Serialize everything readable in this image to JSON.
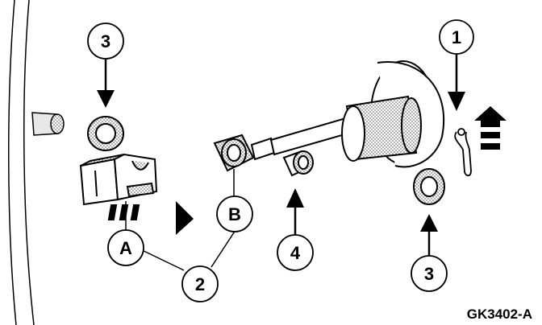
{
  "callouts": {
    "c3_top": "3",
    "c1": "1",
    "cA": "A",
    "cB": "B",
    "c2": "2",
    "c4": "4",
    "c3_bottom": "3"
  },
  "figure_id": "GK3402-A"
}
